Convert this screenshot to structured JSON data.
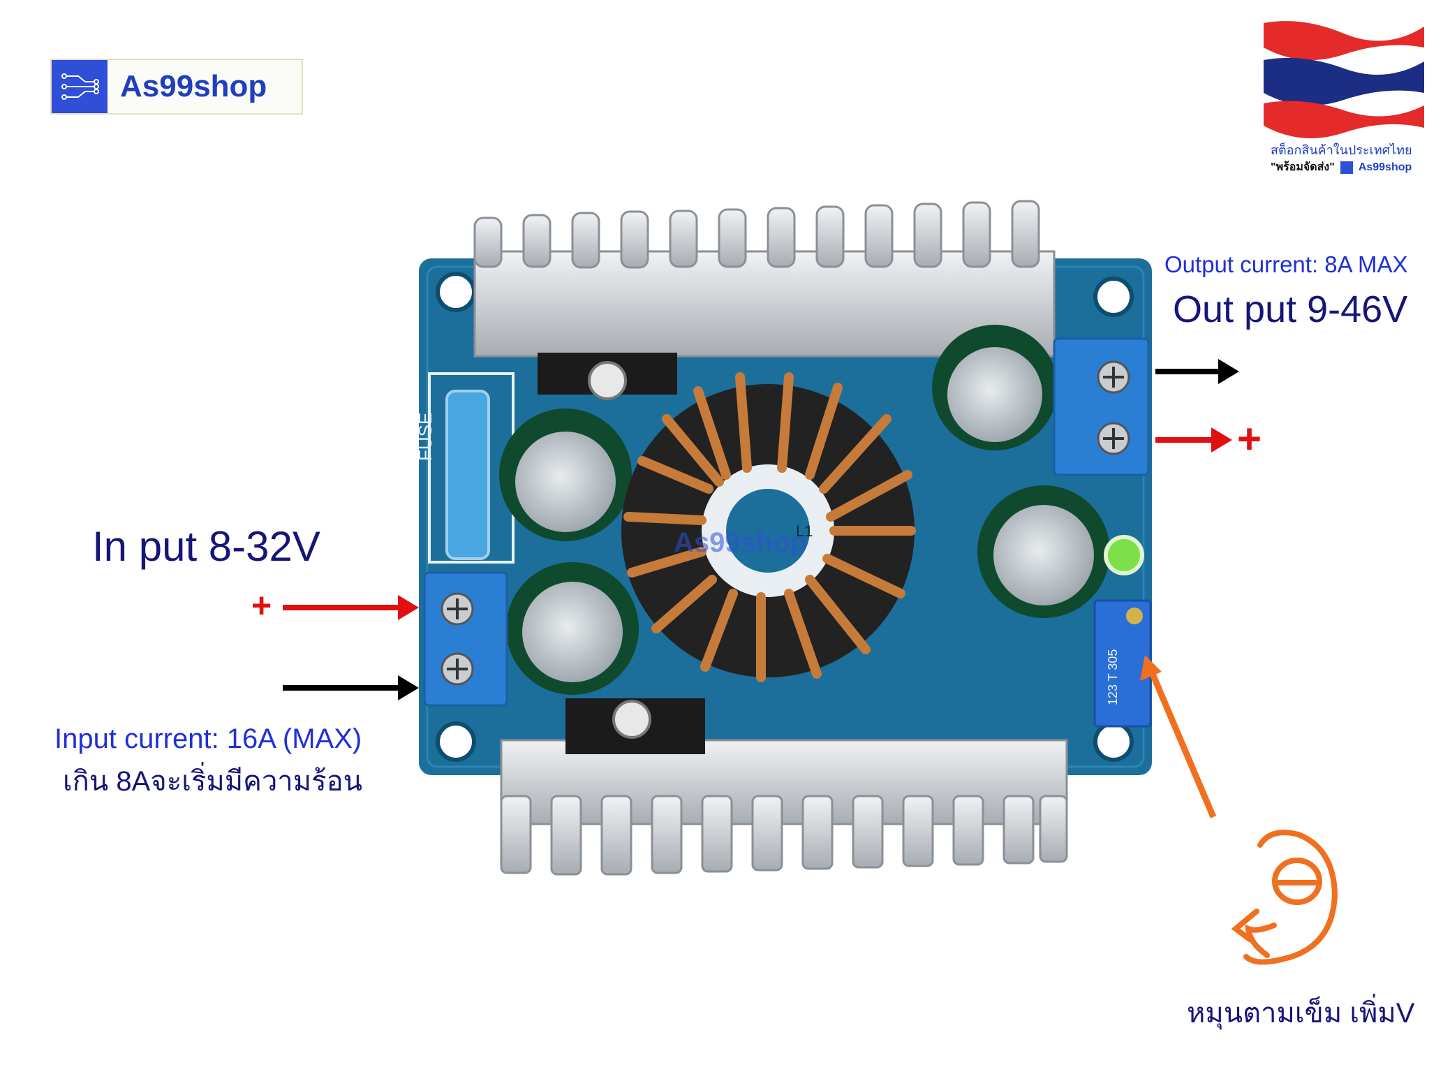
{
  "brand": {
    "name": "As99shop",
    "stock_line": "สต็อกสินค้าในประเทศไทย",
    "ready_line": "\"พร้อมจัดส่ง\"",
    "small_brand": "As99shop"
  },
  "labels": {
    "input_voltage": "In put 8-32V",
    "output_voltage": "Out put 9-46V",
    "output_current": "Output current: 8A MAX",
    "input_current": "Input current: 16A (MAX)",
    "input_note": "เกิน 8Aจะเริ่มมีความร้อน",
    "adjust_note": "หมุนตามเข็ม เพิ่มV",
    "plus_input": "+",
    "plus_output": "+"
  },
  "board_markings": {
    "fuse": "FUSE",
    "inductor": "L1",
    "trimmer": "123 T 305",
    "watermark": "As99shop"
  },
  "colors": {
    "pcb": "#1c6f9a",
    "terminal": "#2a7fd4",
    "heatsink": "#c9cdd2",
    "arrow_red": "#e01010",
    "arrow_black": "#000000",
    "arrow_orange": "#f07020",
    "brand_blue": "#2f4fd8"
  }
}
